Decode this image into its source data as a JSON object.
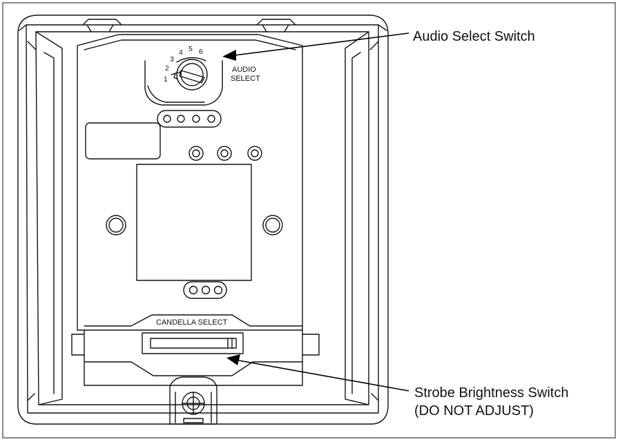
{
  "callouts": {
    "audio_switch": "Audio Select Switch",
    "strobe_line1": "Strobe Brightness Switch",
    "strobe_line2": "(DO NOT ADJUST)"
  },
  "labels": {
    "audio_line1": "AUDIO",
    "audio_line2": "SELECT",
    "candella": "CANDELLA SELECT"
  },
  "dial_positions": [
    "1",
    "2",
    "3",
    "4",
    "5",
    "6"
  ]
}
